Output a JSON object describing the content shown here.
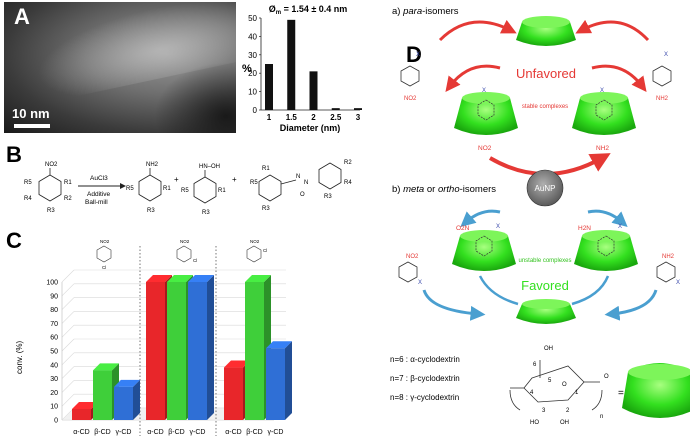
{
  "panel_a": {
    "letter": "A",
    "scale_label": "10 nm",
    "histogram": {
      "type": "bar",
      "title": "Øm = 1.54 ± 0.4 nm",
      "xlabel": "Diameter (nm)",
      "ylabel": "%",
      "categories": [
        "1",
        "1.5",
        "2",
        "2.5",
        "3"
      ],
      "values": [
        25,
        49,
        21,
        1,
        1
      ],
      "ylim": [
        0,
        50
      ],
      "yticks": [
        "0",
        "10",
        "20",
        "30",
        "40",
        "50"
      ]
    }
  },
  "panel_b": {
    "letter": "B",
    "reagent": "AuCl3",
    "conditions": [
      "Additive",
      "Ball-mill"
    ],
    "reactant_group": "NO2",
    "product1_group": "NH2",
    "product2_group": "HN–OH",
    "r_labels": [
      "R1",
      "R2",
      "R3",
      "R4",
      "R5"
    ],
    "plus": "+"
  },
  "panel_c": {
    "letter": "C",
    "chart_data": {
      "type": "bar",
      "ylabel": "conv. (%)",
      "ylim": [
        0,
        100
      ],
      "yticks": [
        "0",
        "10",
        "20",
        "30",
        "40",
        "50",
        "60",
        "70",
        "80",
        "90",
        "100"
      ],
      "groups": [
        {
          "substrate": "para",
          "nitro_label": "NO2",
          "halogen_label": "Cl",
          "values": [
            8,
            36,
            24
          ]
        },
        {
          "substrate": "meta",
          "nitro_label": "NO2",
          "halogen_label": "Cl",
          "values": [
            100,
            100,
            100
          ]
        },
        {
          "substrate": "ortho",
          "nitro_label": "NO2",
          "halogen_label": "Cl",
          "values": [
            38,
            100,
            52
          ]
        }
      ],
      "categories": [
        "α-CD",
        "β-CD",
        "γ-CD"
      ],
      "colors": [
        "#e8262a",
        "#3fcf3a",
        "#2f6fd6"
      ]
    }
  },
  "panel_d": {
    "letter": "D",
    "title_a_prefix": "a) ",
    "title_a_italic": "para",
    "title_a_suffix": "-isomers",
    "unfavored": "Unfavored",
    "stable": "stable complexes",
    "aunp": "AuNP",
    "title_b_prefix": "b) ",
    "title_b_italic1": "meta",
    "title_b_mid": " or ",
    "title_b_italic2": "ortho",
    "title_b_suffix": "-isomers",
    "unstable": "unstable complexes",
    "favored": "Favored",
    "labels": {
      "x": "X",
      "no2": "NO2",
      "nh2": "NH2",
      "o2n": "O2N",
      "h2n": "H2N"
    },
    "cd_legend": [
      "n=6 : α-cyclodextrin",
      "n=7 : β-cyclodextrin",
      "n=8 : γ-cyclodextrin"
    ],
    "cd_struct": {
      "oh": "OH",
      "o": "O",
      "ho": "HO",
      "n": "n",
      "num6": "6",
      "num4": "4",
      "num1": "1",
      "num5": "5",
      "num3": "3",
      "num2": "2",
      "eq": "="
    },
    "colors": {
      "red": "#e53935",
      "blue": "#4a9fd0",
      "green": "#33e01f",
      "gray": "#6f6f6f"
    }
  }
}
